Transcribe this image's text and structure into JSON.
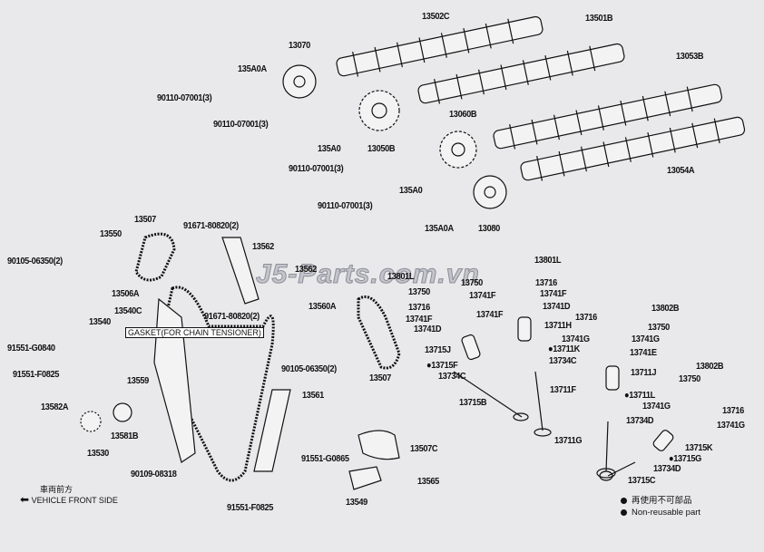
{
  "labels": [
    "13502C",
    "13501B",
    "13070",
    "13053B",
    "135A0A",
    "90110-07001(3)",
    "90110-07001(3)",
    "13060B",
    "135A0",
    "13050B",
    "90110-07001(3)",
    "13054A",
    "135A0",
    "90110-07001(3)",
    "135A0A",
    "13080",
    "13507",
    "91671-80820(2)",
    "13550",
    "13562",
    "90105-06350(2)",
    "13562",
    "13801L",
    "13801L",
    "13750",
    "13716",
    "13506A",
    "13750",
    "13741F",
    "13741F",
    "13560A",
    "13716",
    "13741D",
    "13540C",
    "13802B",
    "91671-80820(2)",
    "13741F",
    "13741F",
    "13716",
    "13540",
    "13711H",
    "13741D",
    "13750",
    "13741G",
    "13741G",
    "91551-G0840",
    "13715J",
    "●13711K",
    "13741E",
    "13734C",
    "90105-06350(2)",
    "●13715F",
    "91551-F0825",
    "13711J",
    "13734C",
    "13507",
    "13559",
    "13711F",
    "13802B",
    "13750",
    "13561",
    "●13711L",
    "13715B",
    "13582A",
    "13741G",
    "13716",
    "13734D",
    "13741G",
    "13711G",
    "13715K",
    "13581B",
    "13530",
    "13507C",
    "91551-G0865",
    "●13715G",
    "13734D",
    "90109-08318",
    "13565",
    "13715C",
    "13549",
    "91551-F0825"
  ],
  "gasket_label": "GASKET(FOR CHAIN TENSIONER)",
  "watermark": "J5-Parts.com.vn",
  "front": {
    "jp": "車両前方",
    "en": "VEHICLE FRONT SIDE"
  },
  "legend": {
    "jp": "再使用不可部品",
    "en": "Non-reusable part"
  }
}
